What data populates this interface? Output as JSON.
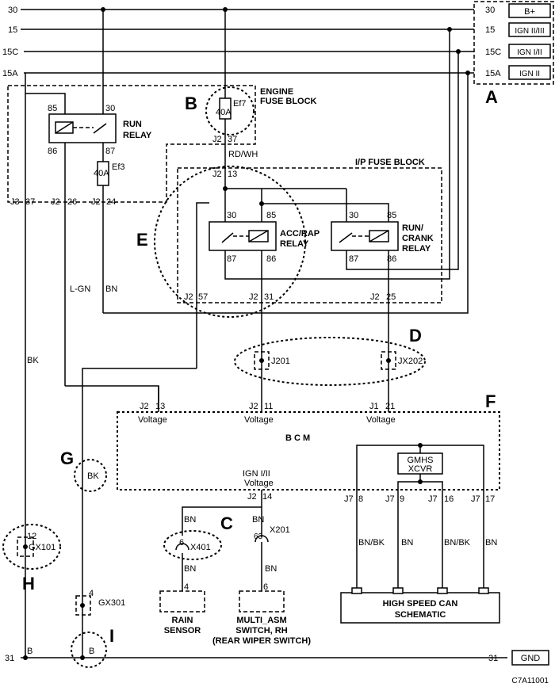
{
  "bus": {
    "n30": "30",
    "n15": "15",
    "n15c": "15C",
    "n15a": "15A",
    "n31": "31",
    "box_bplus": "B+",
    "box_ign23": "IGN II/III",
    "box_ign12": "IGN I/II",
    "box_ign2": "IGN II",
    "box_gnd": "GND"
  },
  "callouts": {
    "a": "A",
    "b": "B",
    "c": "C",
    "d": "D",
    "e": "E",
    "f": "F",
    "g": "G",
    "h": "H",
    "i": "I"
  },
  "run_relay": {
    "name1": "RUN",
    "name2": "RELAY",
    "p85": "85",
    "p30": "30",
    "p86": "86",
    "p87": "87"
  },
  "engine_fuse": {
    "title1": "ENGINE",
    "title2": "FUSE BLOCK",
    "ef7": "Ef7",
    "amps": "40A",
    "conn": "J2",
    "pin": "37",
    "wire": "RD/WH"
  },
  "ef3": {
    "name": "Ef3",
    "amps": "40A"
  },
  "ip_fuse": {
    "title": "I/P FUSE BLOCK",
    "j2_13_conn": "J2",
    "j2_13_pin": "13"
  },
  "acc_relay": {
    "name1": "ACC/RAP",
    "name2": "RELAY",
    "p30": "30",
    "p85": "85",
    "p87": "87",
    "p86": "86"
  },
  "crank_relay": {
    "name1": "RUN/",
    "name2": "CRANK",
    "name3": "RELAY",
    "p30": "30",
    "p85": "85",
    "p87": "87",
    "p86": "86"
  },
  "block_conns": {
    "j3": "J3",
    "j3_pin": "37",
    "j2a": "J2",
    "j2a_pin": "26",
    "j2b": "J2",
    "j2b_pin": "24",
    "j2c": "J2",
    "j2c_pin": "57",
    "j2d": "J2",
    "j2d_pin": "31",
    "j2e": "J2",
    "j2e_pin": "25"
  },
  "wires": {
    "lgn": "L-GN",
    "bn": "BN",
    "bk": "BK",
    "b": "B"
  },
  "splices": {
    "j201": "J201",
    "jx202": "JX202",
    "gx101_pin": "12",
    "gx101": "GX101",
    "gx301_pin": "4",
    "gx301": "GX301",
    "x401_pin": "6",
    "x401": "X401",
    "x201_pin": "63",
    "x201": "X201"
  },
  "bcm": {
    "title": "B C M",
    "p1_conn": "J2",
    "p1_pin": "13",
    "p1_label": "Voltage",
    "p2_conn": "J2",
    "p2_pin": "11",
    "p2_label": "Voltage",
    "p3_conn": "J1",
    "p3_pin": "21",
    "p3_label": "Voltage",
    "ign_label1": "IGN I/II",
    "ign_label2": "Voltage",
    "ign_conn": "J2",
    "ign_pin": "14",
    "xcvr1": "GMHS",
    "xcvr2": "XCVR",
    "c1_conn": "J7",
    "c1_pin": "8",
    "c2_conn": "J7",
    "c2_pin": "9",
    "c3_conn": "J7",
    "c3_pin": "16",
    "c4_conn": "J7",
    "c4_pin": "17"
  },
  "can": {
    "w1": "BN/BK",
    "w2": "BN",
    "w3": "BN/BK",
    "w4": "BN",
    "title1": "HIGH SPEED CAN",
    "title2": "SCHEMATIC"
  },
  "rain": {
    "pin": "4",
    "name1": "RAIN",
    "name2": "SENSOR",
    "wire_top": "BN",
    "wire_bot": "BN"
  },
  "multi": {
    "pin": "6",
    "name1": "MULTI_ASM",
    "name2": "SWITCH, RH",
    "name3": "(REAR WIPER SWITCH)",
    "wire_top": "BN",
    "wire_bot": "BN"
  },
  "figure_code": "C7A11001"
}
